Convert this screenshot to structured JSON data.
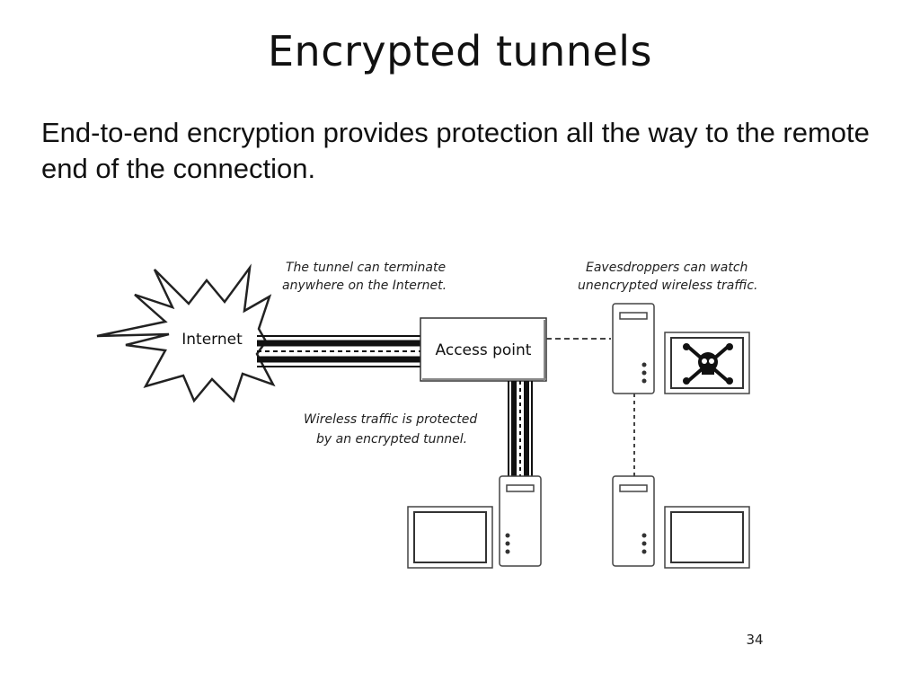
{
  "slide": {
    "title": "Encrypted tunnels",
    "body": "End-to-end encryption provides protection all the way to the remote end of the connection.",
    "page_number": "34"
  },
  "diagram": {
    "internet_label": "Internet",
    "access_point_label": "Access point",
    "tunnel_note_line1": "The tunnel can terminate",
    "tunnel_note_line2": "anywhere on the Internet.",
    "eavesdrop_note_line1": "Eavesdroppers can watch",
    "eavesdrop_note_line2": "unencrypted wireless traffic.",
    "wireless_note_line1": "Wireless traffic is protected",
    "wireless_note_line2": "by an encrypted tunnel."
  },
  "icons": {
    "eavesdropper_screen": "skull-crossbones-icon",
    "computer": "desktop-computer-icon"
  }
}
